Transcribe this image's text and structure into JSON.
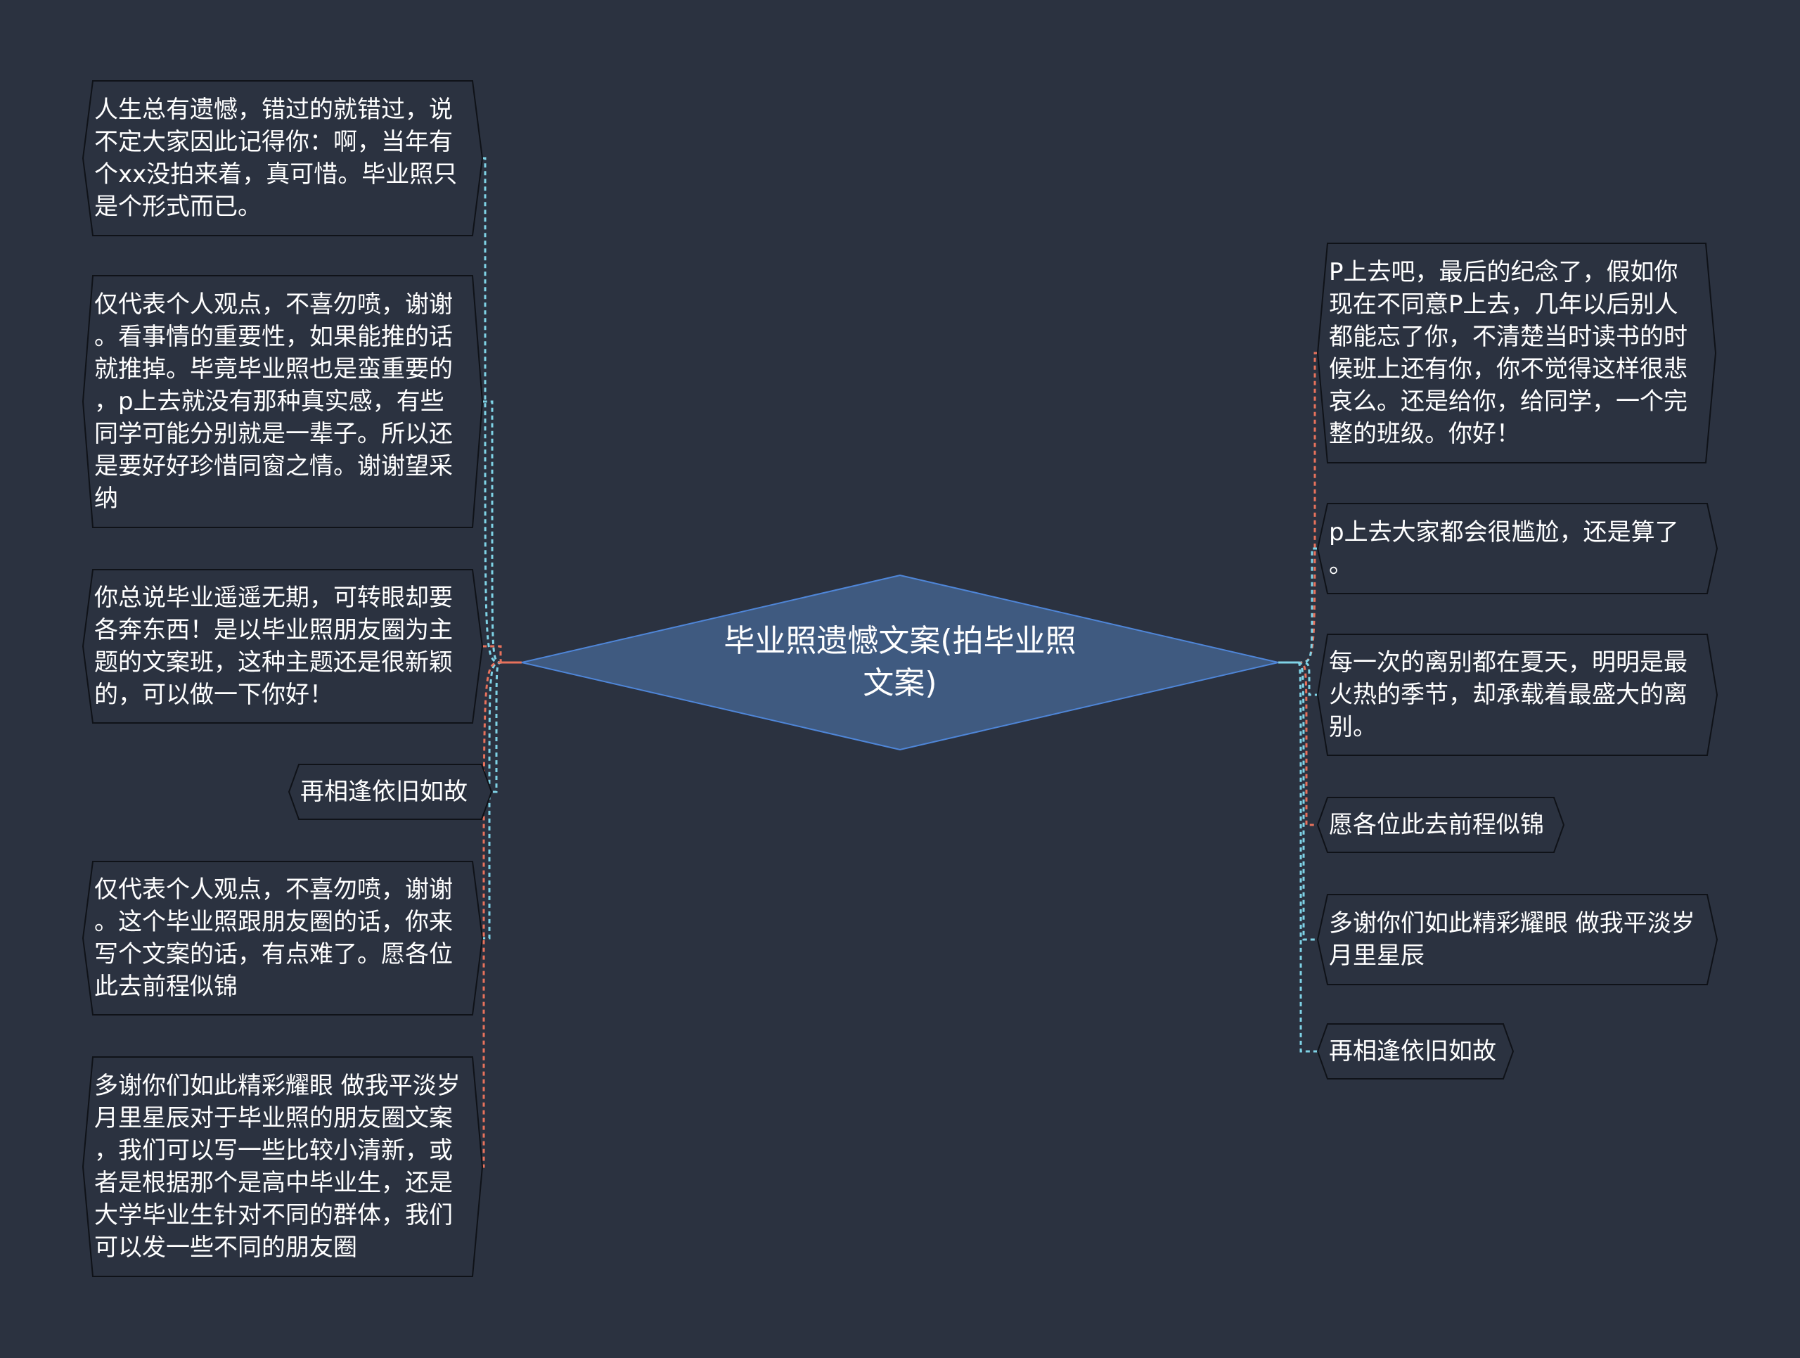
{
  "diagram": {
    "center": {
      "title": "毕业照遗憾文案(拍毕业照\n文案)"
    },
    "left_nodes": [
      {
        "text": "人生总有遗憾，错过的就错过，说\n不定大家因此记得你：啊，当年有\n个xx没拍来着，真可惜。毕业照只\n是个形式而已。"
      },
      {
        "text": "仅代表个人观点，不喜勿喷，谢谢\n。看事情的重要性，如果能推的话\n就推掉。毕竟毕业照也是蛮重要的\n，p上去就没有那种真实感，有些\n同学可能分别就是一辈子。所以还\n是要好好珍惜同窗之情。谢谢望采\n纳"
      },
      {
        "text": "你总说毕业遥遥无期，可转眼却要\n各奔东西！是以毕业照朋友圈为主\n题的文案班，这种主题还是很新颖\n的，可以做一下你好！"
      },
      {
        "text": "再相逢依旧如故"
      },
      {
        "text": "仅代表个人观点，不喜勿喷，谢谢\n。这个毕业照跟朋友圈的话，你来\n写个文案的话，有点难了。愿各位\n此去前程似锦"
      },
      {
        "text": "多谢你们如此精彩耀眼 做我平淡岁\n月里星辰对于毕业照的朋友圈文案\n，我们可以写一些比较小清新，或\n者是根据那个是高中毕业生，还是\n大学毕业生针对不同的群体，我们\n可以发一些不同的朋友圈"
      }
    ],
    "right_nodes": [
      {
        "text": "P上去吧，最后的纪念了，假如你\n现在不同意P上去，几年以后别人\n都能忘了你，不清楚当时读书的时\n候班上还有你，你不觉得这样很悲\n哀么。还是给你，给同学，一个完\n整的班级。你好！"
      },
      {
        "text": "p上去大家都会很尴尬，还是算了\n。"
      },
      {
        "text": "每一次的离别都在夏天，明明是最\n火热的季节，却承载着最盛大的离\n别。"
      },
      {
        "text": "愿各位此去前程似锦"
      },
      {
        "text": "多谢你们如此精彩耀眼 做我平淡岁\n月里星辰"
      },
      {
        "text": "再相逢依旧如故"
      }
    ],
    "colors": {
      "background": "#2b3240",
      "node_fill": "#2b3240",
      "node_stroke": "#0f1218",
      "center_fill": "#3f5a80",
      "center_stroke": "#4f86d8",
      "line_cyan": "#7fd3e6",
      "line_coral": "#e8725c"
    }
  }
}
